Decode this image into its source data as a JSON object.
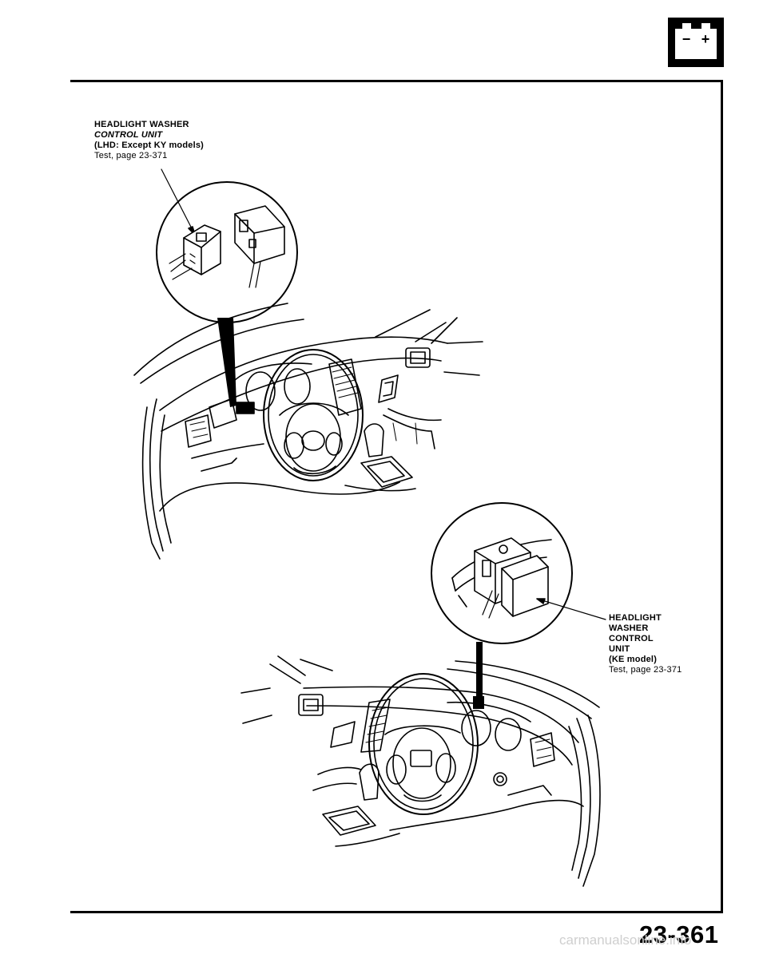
{
  "callout_lhd": {
    "line1": "HEADLIGHT WASHER",
    "line2": "CONTROL UNIT",
    "line3": "(LHD: Except KY models)",
    "line4": "Test, page 23-371"
  },
  "callout_ke": {
    "line1": "HEADLIGHT",
    "line2": "WASHER",
    "line3": "CONTROL",
    "line4": "UNIT",
    "line5": "(KE model)",
    "line6": "Test, page 23-371"
  },
  "page_number": "23-361",
  "watermark": "carmanualsonline.info",
  "battery_icon": {
    "minus": "−",
    "plus": "+"
  }
}
